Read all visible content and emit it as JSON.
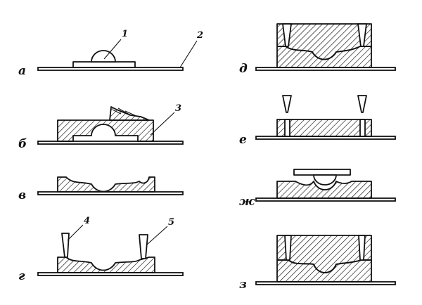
{
  "panels": {
    "a": "а",
    "b": "б",
    "v": "в",
    "g": "г",
    "d": "д",
    "e": "е",
    "zh": "ж",
    "z": "з"
  },
  "callouts": {
    "n1": "1",
    "n2": "2",
    "n3": "3",
    "n4": "4",
    "n5": "5"
  }
}
